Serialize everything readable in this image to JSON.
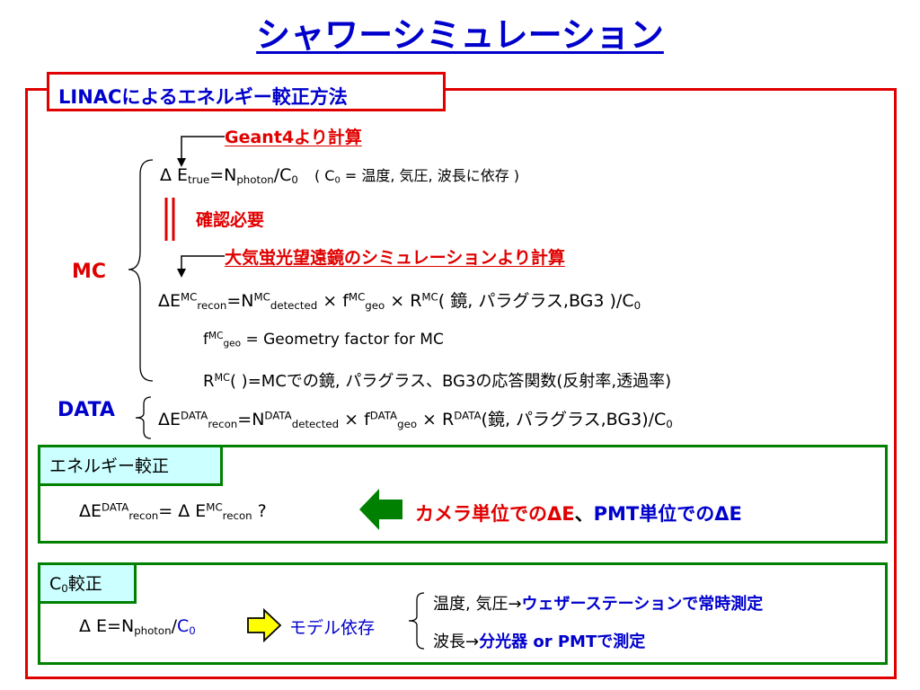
{
  "title": "シャワーシミュレーション",
  "linac_label": "LINACによるエネルギー較正方法",
  "mc": {
    "label": "MC",
    "geant_label": "Geant4より計算",
    "eq1": {
      "delta_e": "Δ E",
      "true_sub": "true",
      "eq_n": "=N",
      "photon_sub": "photon",
      "div_c": "/C",
      "zero_sub": "0",
      "note_open": "( C",
      "note_zero": "0",
      "note_rest": " = 温度, 気圧, 波長に依存 )"
    },
    "confirm_label": "確認必要",
    "telescope_label": "大気蛍光望遠鏡のシミュレーションより計算",
    "eq2": {
      "delta_e": "ΔE",
      "mc1": "MC",
      "recon": "recon",
      "eq_n": "=N",
      "mc2": "MC",
      "detected": "detected",
      "times_f": " × f",
      "mc3": "MC",
      "geo": "geo",
      "times_r": " × R",
      "mc4": "MC",
      "tail": "( 鏡, パラグラス,BG3 )/C",
      "zero": "0"
    },
    "fgeo": {
      "f": "f",
      "mc": "MC",
      "geo": "geo",
      "rest": " = Geometry factor for MC"
    },
    "rmc": {
      "r": "R",
      "mc": "MC",
      "rest": "( )=MCでの鏡, パラグラス、BG3の応答関数(反射率,透過率)"
    }
  },
  "data": {
    "label": "DATA",
    "eq": {
      "delta_e": "ΔE",
      "data1": "DATA",
      "recon": "recon",
      "eq_n": "=N",
      "data2": "DATA",
      "detected": "detected",
      "times_f": " × f",
      "data3": "DATA",
      "geo": "geo",
      "times_r": " × R",
      "data4": "DATA",
      "tail": "(鏡, パラグラス,BG3)/C",
      "zero": "0"
    }
  },
  "energy_cal": {
    "header": "エネルギー較正",
    "eq": {
      "delta_e1": "ΔE",
      "data": "DATA",
      "recon1": "recon",
      "equals": "= Δ E",
      "mc": "MC",
      "recon2": "recon",
      "q": "  ?"
    },
    "result_red": "カメラ単位でのΔE",
    "result_sep": "、",
    "result_blue": "PMT単位でのΔE"
  },
  "c0_cal": {
    "header_c": "C",
    "header_zero": "0",
    "header_rest": "較正",
    "eq": {
      "delta_e": "Δ E=N",
      "photon": "photon",
      "slash": "/",
      "c": "C",
      "zero": "0"
    },
    "model_label": "モデル依存",
    "line1_black": "温度, 気圧→",
    "line1_blue": "ウェザーステーションで常時測定",
    "line2_black": "波長→",
    "line2_blue": "分光器 or PMTで測定"
  },
  "colors": {
    "red": "#e00000",
    "blue": "#0000cc",
    "green": "#008000",
    "cyan": "#ccffff",
    "yellow": "#ffff00"
  }
}
